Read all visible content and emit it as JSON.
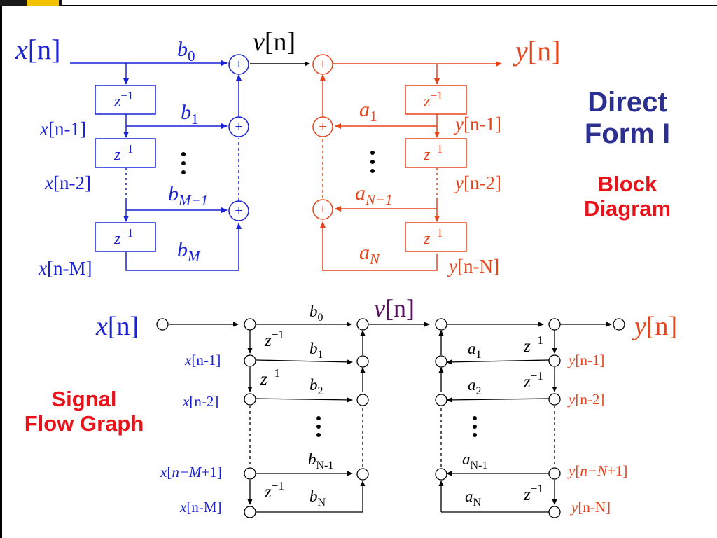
{
  "colors": {
    "forward": "#1a22d4",
    "feedback": "#e8441c",
    "black": "#000000",
    "heading_navy": "#2b2f8f",
    "heading_red": "#e8131a",
    "logo_gold": "#f2c200"
  },
  "icons": {
    "adder": "circle-plus-icon",
    "node": "hollow-circle-node-icon",
    "delay": "z-inverse-box-icon",
    "ellipsis": "vertical-dots-icon",
    "logo": "brand-logo-icon"
  },
  "block_diagram": {
    "input": {
      "var": "x",
      "idx": "[n]"
    },
    "mid": {
      "var": "v",
      "idx": "[n]"
    },
    "output": {
      "var": "y",
      "idx": "[n]"
    },
    "delay_label": {
      "var": "z",
      "exp": "−1"
    },
    "forward_taps": [
      {
        "base": "x",
        "idx": "[n-1]"
      },
      {
        "base": "x",
        "idx": "[n-2]"
      },
      {
        "base": "x",
        "idx": "[n-M]"
      }
    ],
    "feedback_taps": [
      {
        "base": "y",
        "idx": "[n-1]"
      },
      {
        "base": "y",
        "idx": "[n-2]"
      },
      {
        "base": "y",
        "idx": "[n-N]"
      }
    ],
    "b_coeffs": [
      {
        "var": "b",
        "sub": "0"
      },
      {
        "var": "b",
        "sub": "1"
      },
      {
        "var": "b",
        "sub": "M−1"
      },
      {
        "var": "b",
        "sub": "M"
      }
    ],
    "a_coeffs": [
      {
        "var": "a",
        "sub": "1"
      },
      {
        "var": "a",
        "sub": "N−1"
      },
      {
        "var": "a",
        "sub": "N"
      }
    ],
    "adder_symbol": "+",
    "heading": {
      "line1": "Direct",
      "line2": "Form I"
    },
    "subheading": {
      "line1": "Block",
      "line2": "Diagram"
    }
  },
  "flow_graph": {
    "input": {
      "var": "x",
      "idx": "[n]"
    },
    "mid": {
      "var": "v",
      "idx": "[n]"
    },
    "output": {
      "var": "y",
      "idx": "[n]"
    },
    "delay_label": {
      "var": "z",
      "exp": "−1"
    },
    "forward_taps": [
      {
        "base": "x",
        "idx": "[n-1]"
      },
      {
        "base": "x",
        "idx": "[n-2]"
      },
      {
        "base": "x",
        "idx": "[",
        "it": "n−M",
        "tail": "+1]"
      },
      {
        "base": "x",
        "idx": "[n-M]"
      }
    ],
    "feedback_taps": [
      {
        "base": "y",
        "idx": "[n-1]"
      },
      {
        "base": "y",
        "idx": "[n-2]"
      },
      {
        "base": "y",
        "idx": "[",
        "it": "n−N",
        "tail": "+1]"
      },
      {
        "base": "y",
        "idx": "[n-N]"
      }
    ],
    "b_coeffs": [
      {
        "var": "b",
        "sub": "0"
      },
      {
        "var": "b",
        "sub": "1"
      },
      {
        "var": "b",
        "sub": "2"
      },
      {
        "var": "b",
        "sub": "N-1"
      },
      {
        "var": "b",
        "sub": "N"
      }
    ],
    "a_coeffs": [
      {
        "var": "a",
        "sub": "1"
      },
      {
        "var": "a",
        "sub": "2"
      },
      {
        "var": "a",
        "sub": "N-1"
      },
      {
        "var": "a",
        "sub": "N"
      }
    ],
    "caption": {
      "line1": "Signal",
      "line2": "Flow Graph"
    }
  }
}
